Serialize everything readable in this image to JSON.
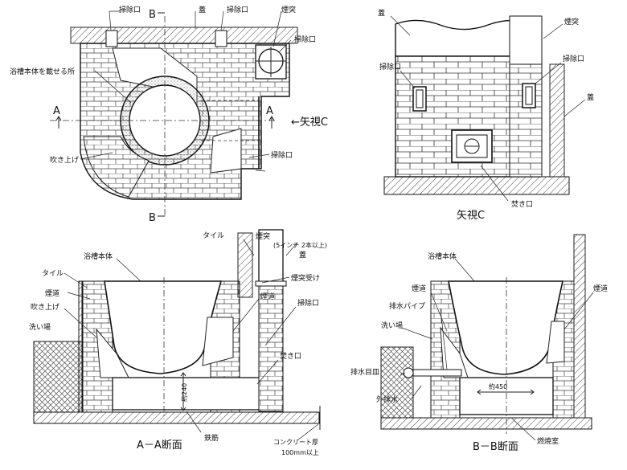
{
  "plan": {
    "label_lid": "蓋",
    "label_cleanout_top_left": "掃除口",
    "label_cleanout_top_right": "掃除口",
    "label_chimney": "煙突",
    "label_cleanout_right1": "掃除口",
    "label_cleanout_right2": "掃除口",
    "label_tub_seat": "浴槽本体を載せる所",
    "label_blow_up": "吹き上げ",
    "section_a": "A",
    "section_b": "B",
    "view_c": "←矢視C"
  },
  "elevation": {
    "label_lid": "蓋",
    "label_chimney": "煙突",
    "label_cleanout_left": "掃除口",
    "label_cleanout_right": "掃除口",
    "label_lid_right": "蓋",
    "label_firebox": "焚き口",
    "title": "矢視C"
  },
  "section_aa": {
    "label_chimney": "煙突",
    "label_chimney_note": "(5インチ 2本以上)",
    "label_tile_top": "タイル",
    "label_lid": "蓋",
    "label_tub_body": "浴槽本体",
    "label_tile_left": "タイル",
    "label_chimney_mount": "煙突受け",
    "label_flue_left": "煙道",
    "label_blow_up": "吹き上げ",
    "label_flue_right": "煙道",
    "label_cleanout": "掃除口",
    "label_wash_area": "洗い場",
    "label_firebox": "焚き口",
    "label_dim": "約240",
    "label_rebar": "鉄筋",
    "label_concrete": "コンクリート厚",
    "label_concrete_thickness": "100mm以上",
    "title": "A－A断面"
  },
  "section_bb": {
    "label_tub_body": "浴槽本体",
    "label_flue_left": "煙道",
    "label_drain_pipe": "排水パイプ",
    "label_flue_right": "煙道",
    "label_wash_area": "洗い場",
    "label_drain_eye": "排水目皿",
    "label_dim": "約450",
    "label_outer_drain": "外排水",
    "label_ash": "燃焼室",
    "title": "B－B断面"
  }
}
